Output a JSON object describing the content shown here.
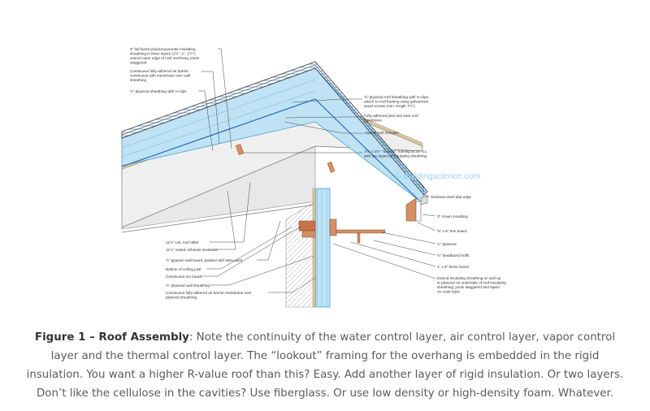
{
  "labels": {
    "l1": "5\" foil-faced polyisocyanurate insulating",
    "l1b": "sheathing in three layers (1½\", 2\", 1½\");",
    "l1c": "extend outer edge of roof overhang; joints",
    "l1d": "staggered",
    "l2": "Continuous fully-adhered air barrier",
    "l2b": "continuous with membrane over wall",
    "l2c": "sheathing",
    "l3": "½\" plywood sheathing with H-clips",
    "r1": "⅝\" plywood roof sheathing with H-clips;",
    "r1b": "attach to roof framing using galvanized",
    "r1c": "wood screws (min. length 7½\")",
    "r2": "Fully-adhered peel and stick roof",
    "r2b": "membrane",
    "r3": "Asphalt roof shingles",
    "r4": "1½\" x 3½\" \"lookout\" framing at 24\" o.c.",
    "r4b": "with two layers of insulating sheathing",
    "r5": "Stainless steel drip edge",
    "r6": "3\" crown moulding",
    "r7": "⅝\" x 8\" trim board",
    "r8": "½\" plywood",
    "r9": "½\" beadboard soffit",
    "r10": "1\" x 8\" frieze board",
    "r11": "Extend insulating sheathing on wall up",
    "r11b": "to plywood on underside of roof insulating",
    "r11c": "sheathing; joints staggered and taped",
    "r11d": "on outer layer",
    "b1": "11⅞\" LSL roof rafter",
    "b2": "11⅞\" netted cellulose insulation",
    "b3": "½\" gypsum wall board, painted with latex paint",
    "b4": "Bottom of ceiling joist",
    "b5": "Continuous rim board",
    "b6": "½\" plywood wall sheathing",
    "b7": "Continuous fully-adhered air barrier membrane over",
    "b7b": "plywood sheathing"
  },
  "watermark": "© buildingscience.com",
  "caption": {
    "bold": "Figure 1 – Roof Assembly",
    "text": ": Note the continuity of the water control layer, air control layer, vapor control layer and the thermal control layer. The “lookout” framing for the overhang is embedded in the rigid insulation. You want a higher R-value roof than this? Easy. Add another layer of rigid insulation. Or two layers. Don’t like the cellulose in the cavities? Use fiberglass. Or use low density or high-density foam. Whatever."
  }
}
